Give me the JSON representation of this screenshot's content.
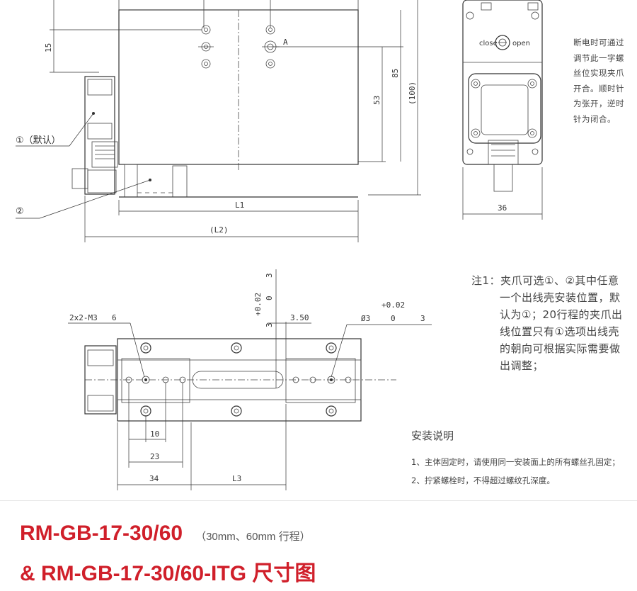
{
  "drawing": {
    "dims": {
      "d15": "15",
      "dA": "A",
      "d85": "85",
      "d53": "53",
      "d100": "(100)",
      "dL1": "L1",
      "dL2": "(L2)",
      "d36": "36",
      "dTol1": "+0.02",
      "dTol1b": "0",
      "d3": "3",
      "dDepth3": "3",
      "d350": "3.50",
      "dTol2": "+0.02",
      "dTol2b": "0",
      "dBore": "Ø3",
      "dBoreDepth": "3",
      "dScrew": "2x2-M3",
      "dScrewDepth": "6",
      "d10": "10",
      "d23": "23",
      "d34": "34",
      "dL3": "L3"
    },
    "callouts": {
      "c1": "①（默认）",
      "c2": "②"
    },
    "knob": {
      "close": "close",
      "open": "open"
    }
  },
  "side_note": [
    "断电时可通过",
    "调节此一字螺",
    "丝位实现夹爪",
    "开合。顺时针",
    "为张开，逆时",
    "针为闭合。"
  ],
  "main_note": [
    "注1：夹爪可选①、②其中任意",
    "一个出线壳安装位置，默",
    "认为①；20行程的夹爪出",
    "线位置只有①选项出线壳",
    "的朝向可根据实际需要做",
    "出调整；"
  ],
  "install": {
    "title": "安装说明",
    "items": [
      "1、主体固定时，请使用同一安装面上的所有螺丝孔固定；",
      "2、拧紧螺栓时，不得超过螺纹孔深度。"
    ]
  },
  "footer": {
    "title_line1": "RM-GB-17-30/60",
    "subtitle": "（30mm、60mm 行程）",
    "title_line2": "& RM-GB-17-30/60-ITG 尺寸图"
  },
  "colors": {
    "title": "#d01f2a",
    "line": "#333333"
  }
}
